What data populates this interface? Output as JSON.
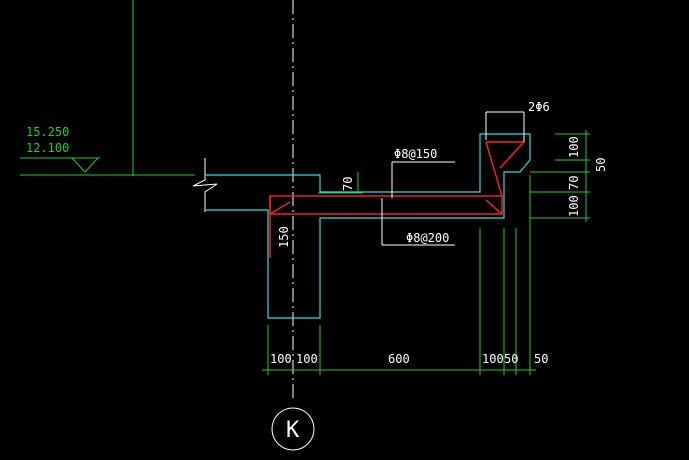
{
  "elevations": {
    "top": "15.250",
    "bottom": "12.100"
  },
  "rebar": {
    "top_bar": "2Φ6",
    "dist_upper": "Φ8@150",
    "dist_lower": "Φ8@200"
  },
  "dims_vertical_right": {
    "d1": "100",
    "d2": "50",
    "d3": "70",
    "d4": "100"
  },
  "dims_slab": {
    "d70": "70",
    "d150": "150"
  },
  "dims_bottom": [
    "100",
    "100",
    "600",
    "100",
    "50",
    "50"
  ],
  "axis_label": "K",
  "colors": {
    "background": "#000000",
    "dim": "#22cc22",
    "outline": "#33dddd",
    "rebar": "#ff2222",
    "text": "#ffffff"
  }
}
